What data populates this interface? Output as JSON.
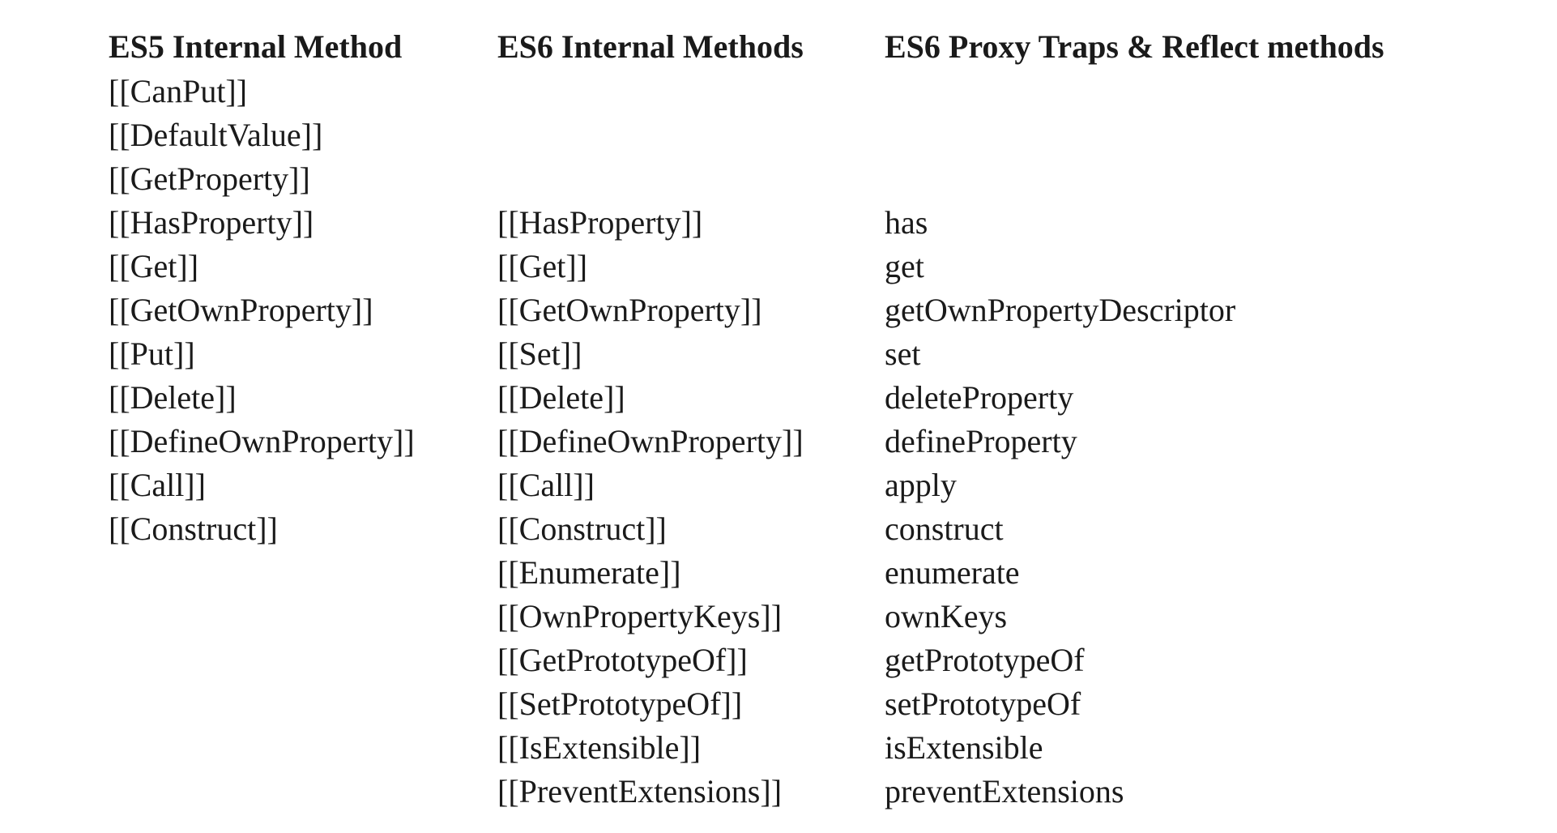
{
  "headers": [
    "ES5 Internal Method",
    "ES6 Internal Methods",
    "ES6 Proxy Traps & Reflect methods"
  ],
  "rows": [
    [
      "[[CanPut]]",
      "",
      ""
    ],
    [
      "[[DefaultValue]]",
      "",
      ""
    ],
    [
      "[[GetProperty]]",
      "",
      ""
    ],
    [
      "[[HasProperty]]",
      "[[HasProperty]]",
      "has"
    ],
    [
      "[[Get]]",
      "[[Get]]",
      "get"
    ],
    [
      "[[GetOwnProperty]]",
      "[[GetOwnProperty]]",
      "getOwnPropertyDescriptor"
    ],
    [
      "[[Put]]",
      "[[Set]]",
      "set"
    ],
    [
      "[[Delete]]",
      "[[Delete]]",
      "deleteProperty"
    ],
    [
      "[[DefineOwnProperty]]",
      "[[DefineOwnProperty]]",
      "defineProperty"
    ],
    [
      "[[Call]]",
      "[[Call]]",
      "apply"
    ],
    [
      "[[Construct]]",
      "[[Construct]]",
      "construct"
    ],
    [
      "",
      "[[Enumerate]]",
      "enumerate"
    ],
    [
      "",
      "[[OwnPropertyKeys]]",
      "ownKeys"
    ],
    [
      "",
      "[[GetPrototypeOf]]",
      "getPrototypeOf"
    ],
    [
      "",
      "[[SetPrototypeOf]]",
      "setPrototypeOf"
    ],
    [
      "",
      "[[IsExtensible]]",
      "isExtensible"
    ],
    [
      "",
      "[[PreventExtensions]]",
      "preventExtensions"
    ]
  ]
}
